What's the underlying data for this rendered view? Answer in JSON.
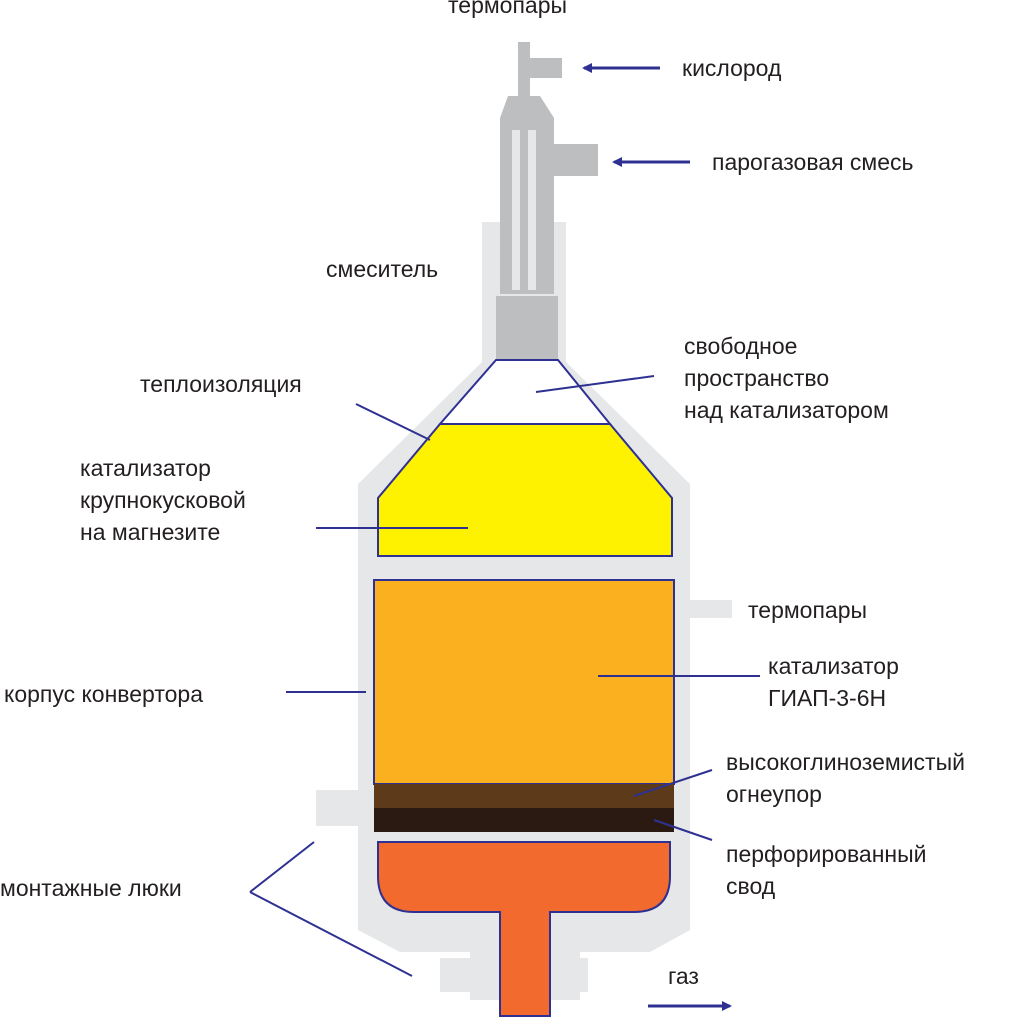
{
  "diagram": {
    "title": "",
    "labels": {
      "thermocouples_top": "термопары",
      "oxygen": "кислород",
      "steam_gas_mix": "парогазовая смесь",
      "mixer": "смеситель",
      "free_space": [
        "свободное",
        "пространство",
        "над катализатором"
      ],
      "insulation": "теплоизоляция",
      "catalyst_coarse": [
        "катализатор",
        "крупнокусковой",
        "на магнезите"
      ],
      "thermocouples_side": "термопары",
      "catalyst_giap": [
        "катализатор",
        "ГИАП-3-6Н"
      ],
      "converter_body": "корпус конвертора",
      "refractory": [
        "высокоглиноземистый",
        "огнеупор"
      ],
      "perforated_vault": [
        "перфорированный",
        "свод"
      ],
      "manholes": "монтажные люки",
      "gas": "газ"
    },
    "colors": {
      "shell": "#e6e7e8",
      "pipe": "#bcbec0",
      "outline": "#2e3192",
      "catalyst_coarse": "#fff200",
      "catalyst_giap": "#fbb01f",
      "refractory": "#5c3a1a",
      "vault": "#2b1a12",
      "bottom_chamber": "#f26a2e",
      "arrow": "#2e3192",
      "leader_line": "#2e3192"
    }
  }
}
